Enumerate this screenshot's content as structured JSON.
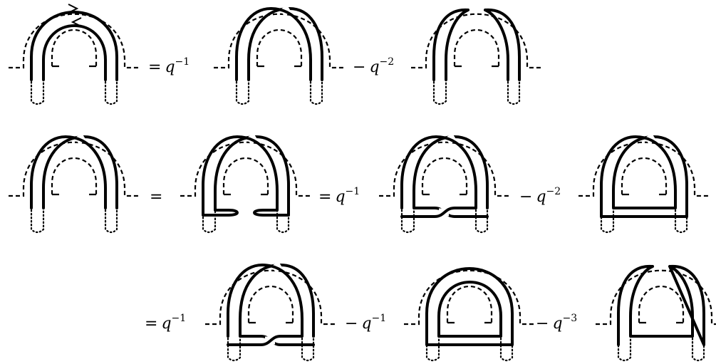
{
  "diagram": {
    "rows": [
      {
        "terms": [
          {
            "kind": "lhs",
            "variant": "oriented-nested-arcs"
          },
          {
            "kind": "term",
            "op": "=",
            "base": "q",
            "exp": "−1",
            "variant": "crossing"
          },
          {
            "kind": "term",
            "op": "−",
            "base": "q",
            "exp": "−2",
            "variant": "smoothing"
          }
        ]
      },
      {
        "terms": [
          {
            "kind": "lhs",
            "variant": "crossing"
          },
          {
            "kind": "term",
            "op": "=",
            "base": "",
            "exp": "",
            "variant": "crossing-with-kinks"
          },
          {
            "kind": "term",
            "op": "=",
            "base": "q",
            "exp": "−1",
            "variant": "crossing-closed-crossing"
          },
          {
            "kind": "term",
            "op": "−",
            "base": "q",
            "exp": "−2",
            "variant": "crossing-closed-smooth"
          }
        ]
      },
      {
        "terms": [
          {
            "kind": "term",
            "op": "=",
            "base": "q",
            "exp": "−1",
            "variant": "crossing-closed-crossing"
          },
          {
            "kind": "term",
            "op": "−",
            "base": "q",
            "exp": "−1",
            "variant": "nested-closed-smooth"
          },
          {
            "kind": "term",
            "op": "−",
            "base": "q",
            "exp": "−3",
            "variant": "smoothing-closed-smooth"
          }
        ]
      }
    ]
  },
  "colors": {
    "ink": "#000000",
    "background": "#ffffff"
  },
  "icons": [
    "arrow-head-icon"
  ]
}
